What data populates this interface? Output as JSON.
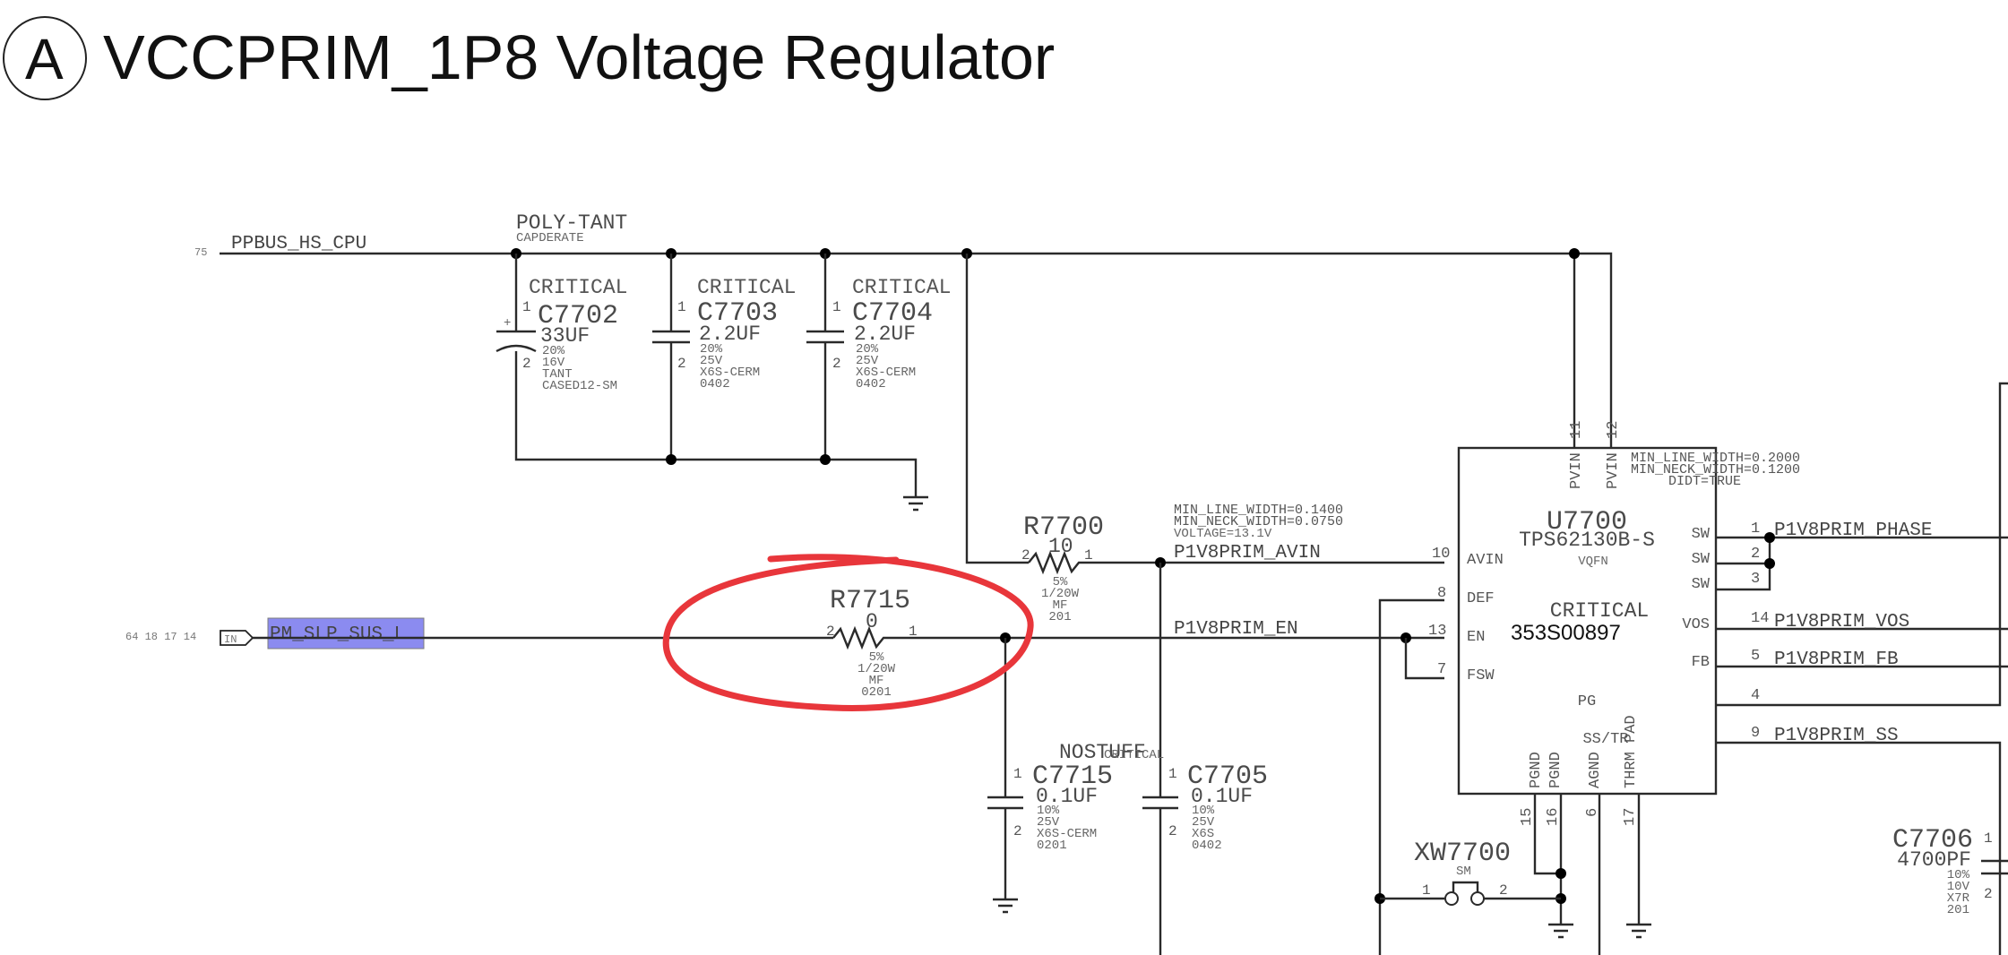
{
  "title": {
    "circle_letter": "A",
    "text": "VCCPRIM_1P8 Voltage Regulator"
  },
  "nets": {
    "ppbus": {
      "name": "PPBUS_HS_CPU",
      "page_ref": "75"
    },
    "pm_slp": {
      "name": "PM_SLP_SUS_L",
      "page_refs": "64 18 17 14",
      "port": "IN"
    },
    "avin": "P1V8PRIM_AVIN",
    "en": "P1V8PRIM_EN",
    "phase": "P1V8PRIM_PHASE",
    "vos": "P1V8PRIM_VOS",
    "fb": "P1V8PRIM_FB",
    "ss": "P1V8PRIM_SS"
  },
  "annotations": {
    "poly_tant": "POLY-TANT",
    "capderate": "CAPDERATE",
    "avin_line1": "MIN_LINE_WIDTH=0.1400",
    "avin_line2": "MIN_NECK_WIDTH=0.0750",
    "avin_line3": "VOLTAGE=13.1V",
    "pvin_line1": "MIN_LINE_WIDTH=0.2000",
    "pvin_line2": "MIN_NECK_WIDTH=0.1200",
    "pvin_line3": "DIDT=TRUE",
    "nostuff": "NOSTUFF",
    "critical_overlap": "CRITICAL"
  },
  "components": {
    "C7702": {
      "ref": "C7702",
      "tag": "CRITICAL",
      "value": "33UF",
      "specs": [
        "20%",
        "16V",
        "TANT",
        "CASED12-SM"
      ],
      "pin1": "1",
      "pin2": "2",
      "polarity": "+"
    },
    "C7703": {
      "ref": "C7703",
      "tag": "CRITICAL",
      "value": "2.2UF",
      "specs": [
        "20%",
        "25V",
        "X6S-CERM",
        "0402"
      ],
      "pin1": "1",
      "pin2": "2"
    },
    "C7704": {
      "ref": "C7704",
      "tag": "CRITICAL",
      "value": "2.2UF",
      "specs": [
        "20%",
        "25V",
        "X6S-CERM",
        "0402"
      ],
      "pin1": "1",
      "pin2": "2"
    },
    "R7700": {
      "ref": "R7700",
      "value": "10",
      "specs": [
        "5%",
        "1/20W",
        "MF",
        "201"
      ],
      "pin1": "1",
      "pin2": "2"
    },
    "R7715": {
      "ref": "R7715",
      "value": "0",
      "specs": [
        "5%",
        "1/20W",
        "MF",
        "0201"
      ],
      "pin1": "1",
      "pin2": "2"
    },
    "C7715": {
      "ref": "C7715",
      "value": "0.1UF",
      "specs": [
        "10%",
        "25V",
        "X6S-CERM",
        "0201"
      ],
      "pin1": "1",
      "pin2": "2"
    },
    "C7705": {
      "ref": "C7705",
      "value": "0.1UF",
      "specs": [
        "10%",
        "25V",
        "X6S",
        "0402"
      ],
      "pin1": "1",
      "pin2": "2"
    },
    "C7706": {
      "ref": "C7706",
      "value": "4700PF",
      "specs": [
        "10%",
        "10V",
        "X7R",
        "201"
      ],
      "pin1": "1",
      "pin2": "2"
    },
    "XW7700": {
      "ref": "XW7700",
      "sub": "SM",
      "pin1": "1",
      "pin2": "2"
    },
    "U7700": {
      "ref": "U7700",
      "part": "TPS62130B-S",
      "package": "VQFN",
      "tag": "CRITICAL",
      "part_number": "353S00897",
      "left_pins": [
        {
          "num": "10",
          "name": "AVIN"
        },
        {
          "num": "8",
          "name": "DEF"
        },
        {
          "num": "13",
          "name": "EN"
        },
        {
          "num": "7",
          "name": "FSW"
        }
      ],
      "right_pins": [
        {
          "num": "1",
          "name": "SW"
        },
        {
          "num": "2",
          "name": "SW"
        },
        {
          "num": "3",
          "name": "SW"
        },
        {
          "num": "14",
          "name": "VOS"
        },
        {
          "num": "5",
          "name": "FB"
        },
        {
          "num": "4",
          "name": "PG"
        },
        {
          "num": "9",
          "name": "SS/TR"
        }
      ],
      "top_pins": [
        {
          "num": "11",
          "name": "PVIN"
        },
        {
          "num": "12",
          "name": "PVIN"
        }
      ],
      "bottom_pins": [
        {
          "num": "15",
          "name": "PGND"
        },
        {
          "num": "16",
          "name": "PGND"
        },
        {
          "num": "6",
          "name": "AGND"
        },
        {
          "num": "17",
          "name": "THRM PAD"
        }
      ]
    }
  },
  "highlight": {
    "circled_component": "R7715",
    "circle_color": "#e8363b",
    "net_highlight_color": "#7777ee"
  }
}
